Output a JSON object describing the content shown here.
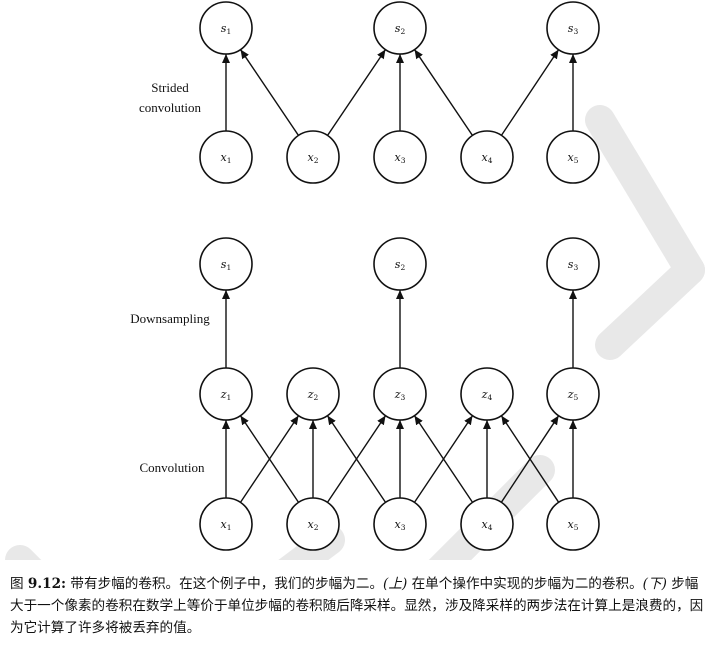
{
  "labels": {
    "strided": [
      "Strided",
      "convolution"
    ],
    "downsampling": "Downsampling",
    "convolution": "Convolution"
  },
  "diagram": {
    "top": {
      "outputs": [
        {
          "base": "s",
          "sub": "1"
        },
        {
          "base": "s",
          "sub": "2"
        },
        {
          "base": "s",
          "sub": "3"
        }
      ],
      "inputs": [
        {
          "base": "x",
          "sub": "1"
        },
        {
          "base": "x",
          "sub": "2"
        },
        {
          "base": "x",
          "sub": "3"
        },
        {
          "base": "x",
          "sub": "4"
        },
        {
          "base": "x",
          "sub": "5"
        }
      ]
    },
    "bottom": {
      "outputs": [
        {
          "base": "s",
          "sub": "1"
        },
        {
          "base": "s",
          "sub": "2"
        },
        {
          "base": "s",
          "sub": "3"
        }
      ],
      "hidden": [
        {
          "base": "z",
          "sub": "1"
        },
        {
          "base": "z",
          "sub": "2"
        },
        {
          "base": "z",
          "sub": "3"
        },
        {
          "base": "z",
          "sub": "4"
        },
        {
          "base": "z",
          "sub": "5"
        }
      ],
      "inputs": [
        {
          "base": "x",
          "sub": "1"
        },
        {
          "base": "x",
          "sub": "2"
        },
        {
          "base": "x",
          "sub": "3"
        },
        {
          "base": "x",
          "sub": "4"
        },
        {
          "base": "x",
          "sub": "5"
        }
      ]
    }
  },
  "caption": {
    "fig_prefix": "图 ",
    "fig_number": "9.12:",
    "part1": " 带有步幅的卷积。在这个例子中，我们的步幅为二。",
    "upper_tag": "(上)",
    "part2": " 在单个操作中实现的步幅为二的卷积。",
    "lower_tag": "(下)",
    "part3": " 步幅大于一个像素的卷积在数学上等价于单位步幅的卷积随后降采样。显然，涉及降采样的两步法在计算上是浪费的，因为它计算了许多将被丢弃的值。"
  }
}
